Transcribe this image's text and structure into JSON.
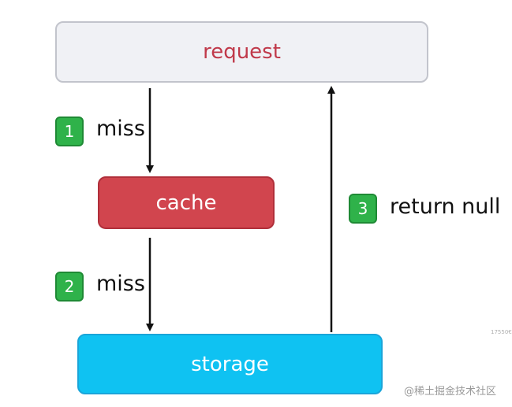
{
  "nodes": {
    "request": "request",
    "cache": "cache",
    "storage": "storage"
  },
  "steps": [
    {
      "number": "1",
      "label": "miss"
    },
    {
      "number": "2",
      "label": "miss"
    },
    {
      "number": "3",
      "label": "return null"
    }
  ],
  "corner_mark": "17550€",
  "watermark": "@稀土掘金技术社区",
  "colors": {
    "request_fill": "#f0f1f5",
    "request_text": "#c0394a",
    "cache_fill": "#d1454e",
    "storage_fill": "#0fc2f2",
    "badge_fill": "#2fb24a",
    "arrow": "#111111"
  }
}
